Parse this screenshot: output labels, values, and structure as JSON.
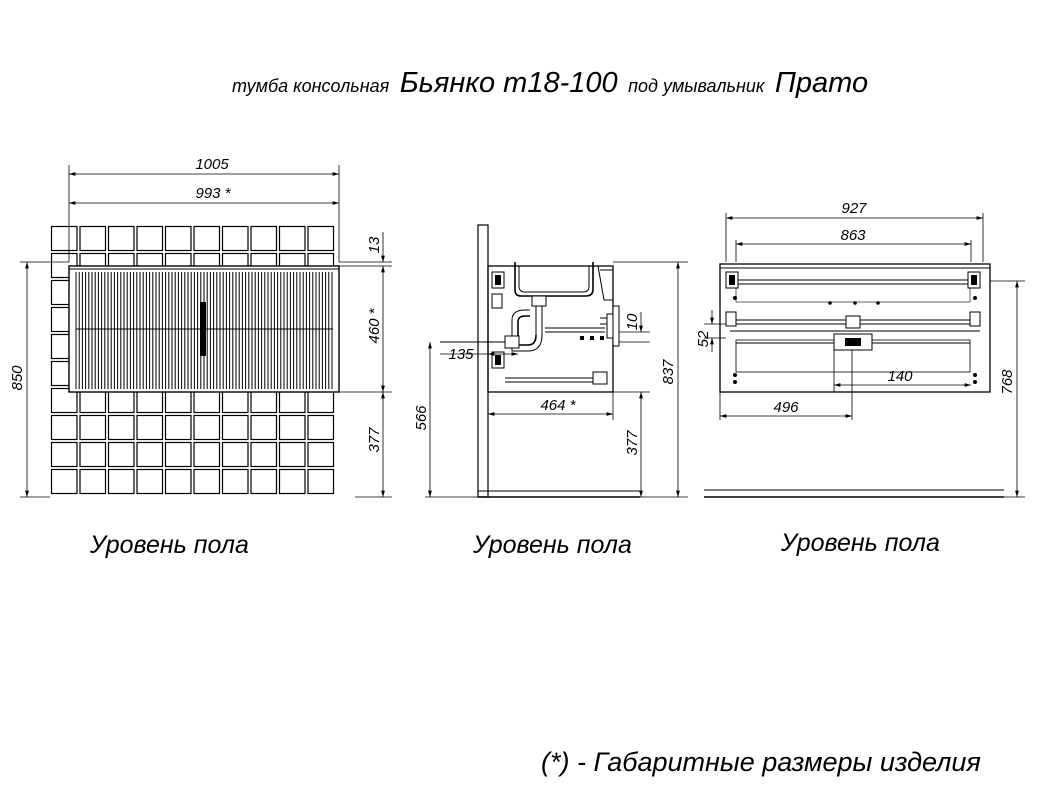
{
  "title": {
    "prefix": "тумба консольная",
    "model": "Бьянко т18-100",
    "middle": "под умывальник",
    "sink": "Прато"
  },
  "floor_label": "Уровень пола",
  "footnote": "(*) - Габаритные размеры изделия",
  "front_view": {
    "dims": [
      "1005",
      "993 *",
      "13",
      "460 *",
      "377",
      "850"
    ]
  },
  "side_view": {
    "dims": [
      "10",
      "135",
      "837",
      "464 *",
      "566",
      "377"
    ]
  },
  "rear_view": {
    "dims": [
      "927",
      "863",
      "52",
      "140",
      "496",
      "768"
    ]
  }
}
